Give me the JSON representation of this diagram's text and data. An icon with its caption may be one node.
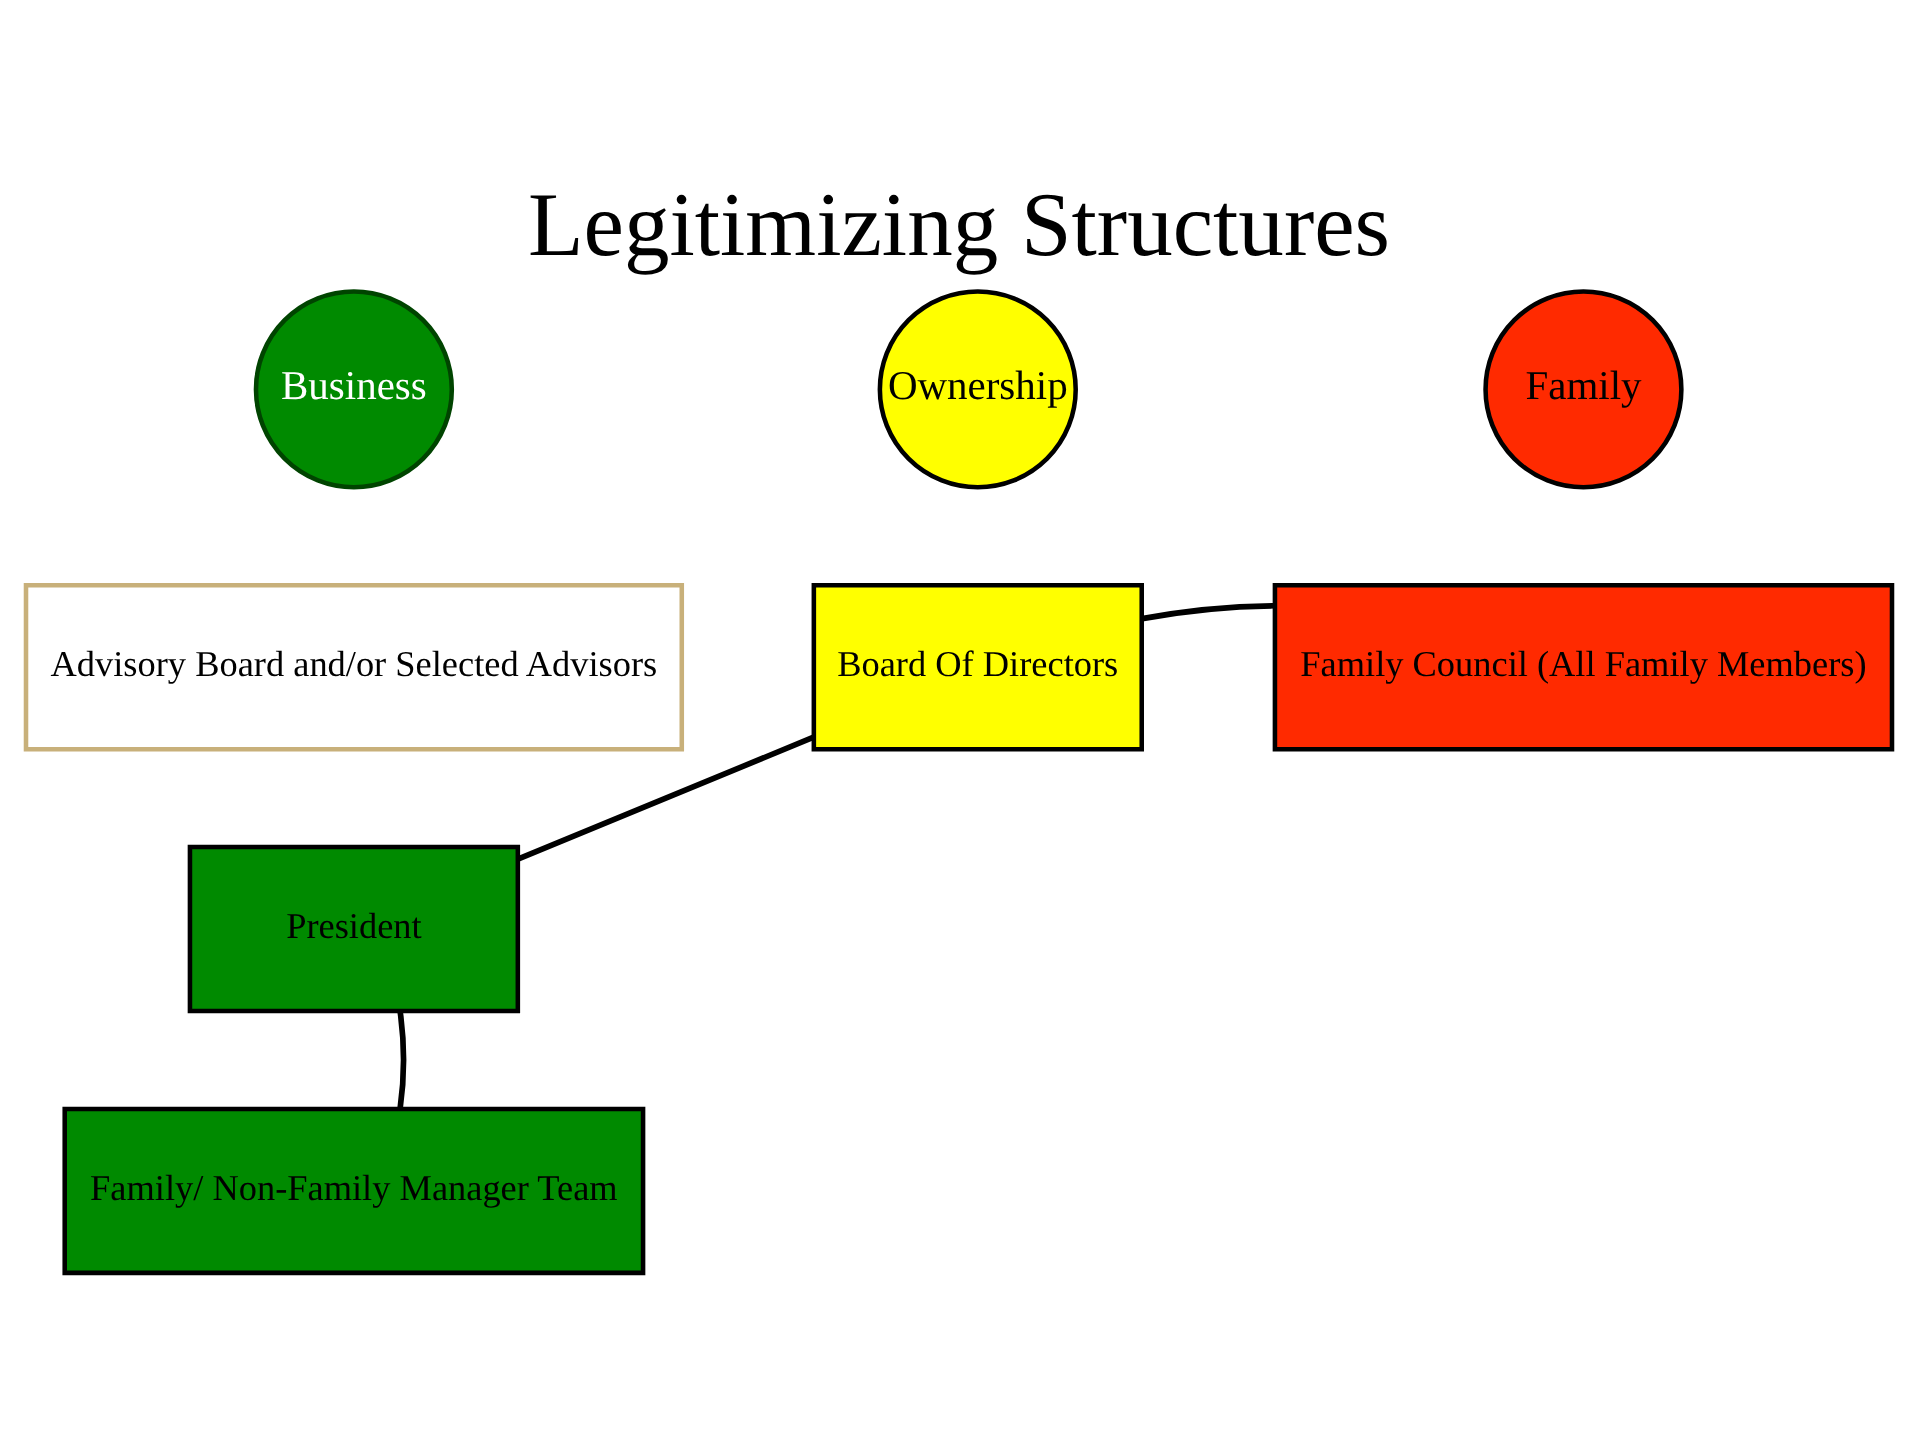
{
  "diagram": {
    "title": "Legitimizing Structures",
    "nodes": [
      {
        "text": [
          "Business"
        ]
      },
      {
        "text": [
          "Ownership"
        ]
      },
      {
        "text": [
          "Family"
        ]
      },
      {
        "text": [
          "Advisory Board and/or Selected Advisors"
        ]
      },
      {
        "text": [
          "Board Of Directors"
        ]
      },
      {
        "text": [
          "Family Council (All Family Members)"
        ]
      },
      {
        "text": [
          "President"
        ]
      },
      {
        "text": [
          "Family/ Non-Family Manager Team"
        ]
      }
    ],
    "edges": [
      {
        "from": 4,
        "to": 5,
        "arrow": "none"
      },
      {
        "from": 6,
        "to": 4,
        "arrow": "none"
      },
      {
        "from": 6,
        "to": 7,
        "arrow": "none"
      }
    ]
  }
}
